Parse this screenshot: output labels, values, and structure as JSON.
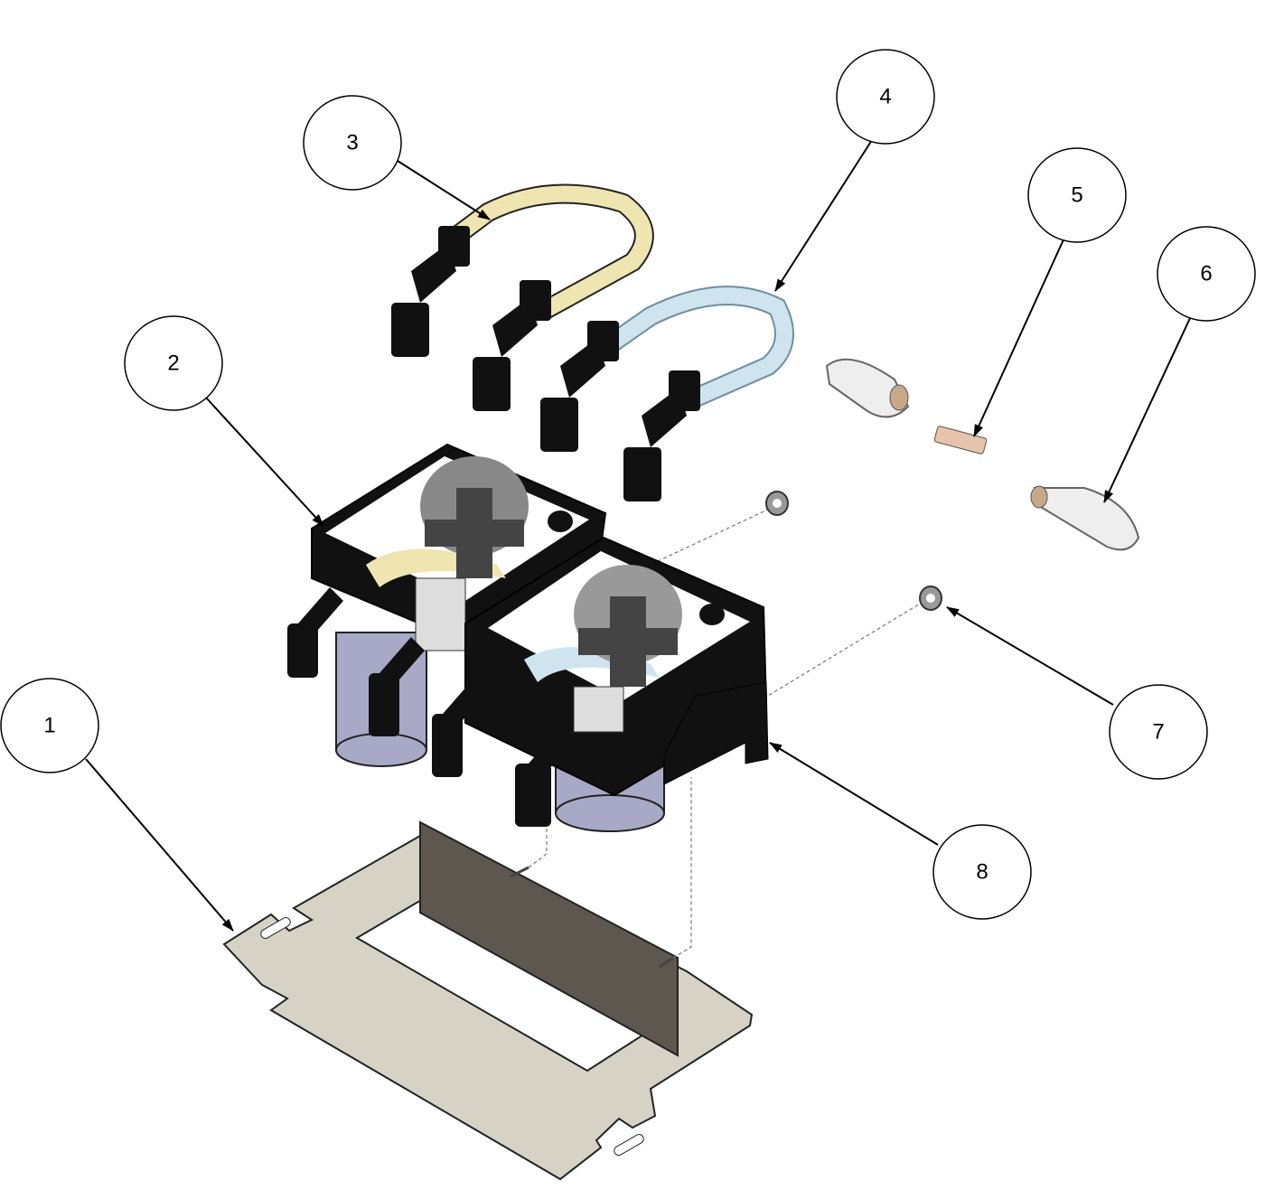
{
  "callouts": [
    {
      "label": "1",
      "part": "base-plate"
    },
    {
      "label": "2",
      "part": "pump-head"
    },
    {
      "label": "3",
      "part": "yellow-tube"
    },
    {
      "label": "4",
      "part": "clear-tube"
    },
    {
      "label": "5",
      "part": "fuse"
    },
    {
      "label": "6",
      "part": "fuse-holder"
    },
    {
      "label": "7",
      "part": "nut"
    },
    {
      "label": "8",
      "part": "mounting-bracket"
    }
  ],
  "colors": {
    "plate": "#d7d2c6",
    "bracket": "#5e5750",
    "pump_body": "#111111",
    "motor": "#a8a9c6",
    "tube_yellow": "#efe5b0",
    "tube_blue": "#cfe4ee"
  }
}
